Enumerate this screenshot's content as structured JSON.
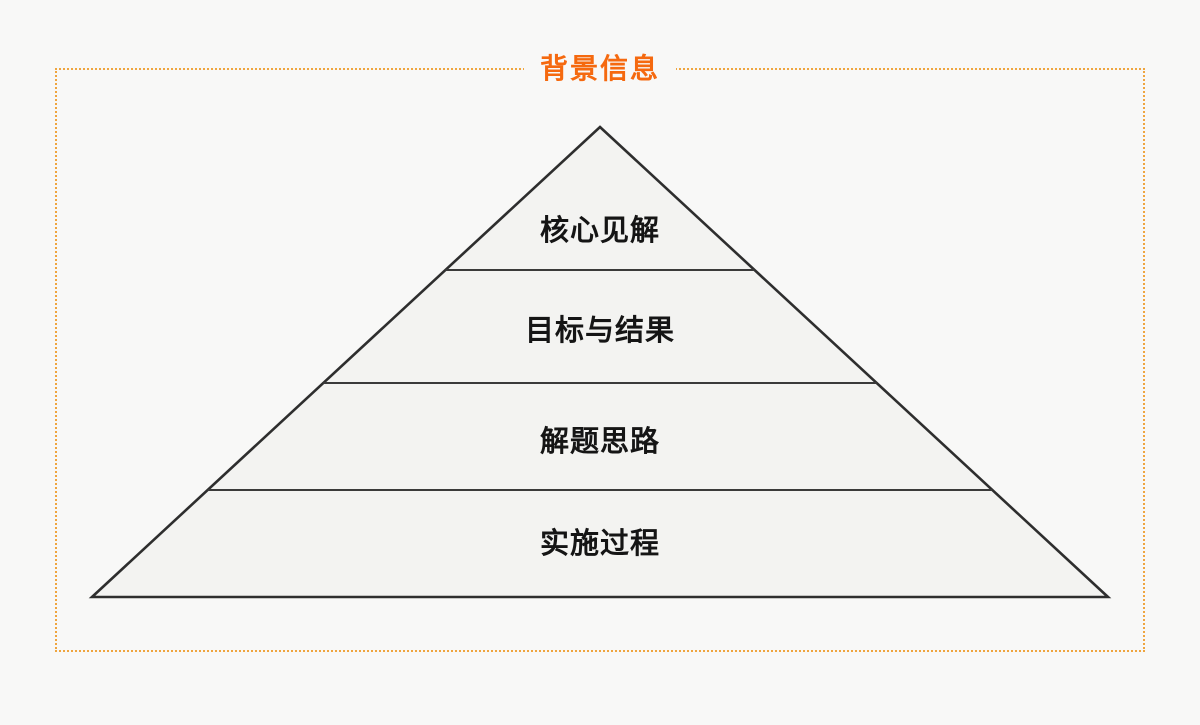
{
  "panel": {
    "title": "背景信息"
  },
  "pyramid": {
    "layers": [
      {
        "label": "核心见解"
      },
      {
        "label": "目标与结果"
      },
      {
        "label": "解题思路"
      },
      {
        "label": "实施过程"
      }
    ]
  },
  "colors": {
    "accent_orange": "#f5690f",
    "border_orange": "#efa53f",
    "pyramid_fill": "#f3f3f1",
    "pyramid_stroke": "#2e2e2e",
    "label_color": "#151515",
    "page_background": "#f8f8f7"
  }
}
